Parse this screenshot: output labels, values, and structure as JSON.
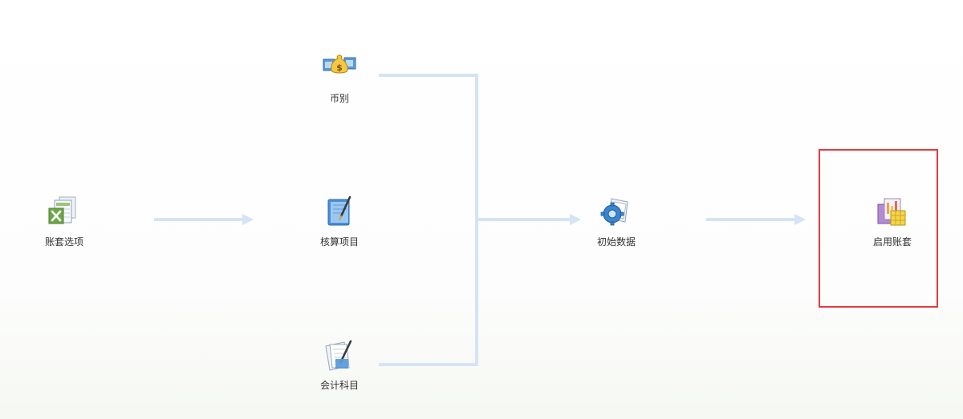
{
  "workflow": {
    "nodes": {
      "account_options": {
        "label": "账套选项",
        "icon": "spreadsheet-settings-icon"
      },
      "currency": {
        "label": "币别",
        "icon": "money-bag-icon"
      },
      "accounting_items": {
        "label": "核算项目",
        "icon": "notebook-pen-icon"
      },
      "accounting_subjects": {
        "label": "会计科目",
        "icon": "document-pen-icon"
      },
      "initial_data": {
        "label": "初始数据",
        "icon": "gear-document-icon"
      },
      "enable_account": {
        "label": "启用账套",
        "icon": "chart-files-icon"
      }
    },
    "colors": {
      "connector": "#d4e4f4",
      "highlight": "#e8393d",
      "label": "#333333"
    }
  }
}
